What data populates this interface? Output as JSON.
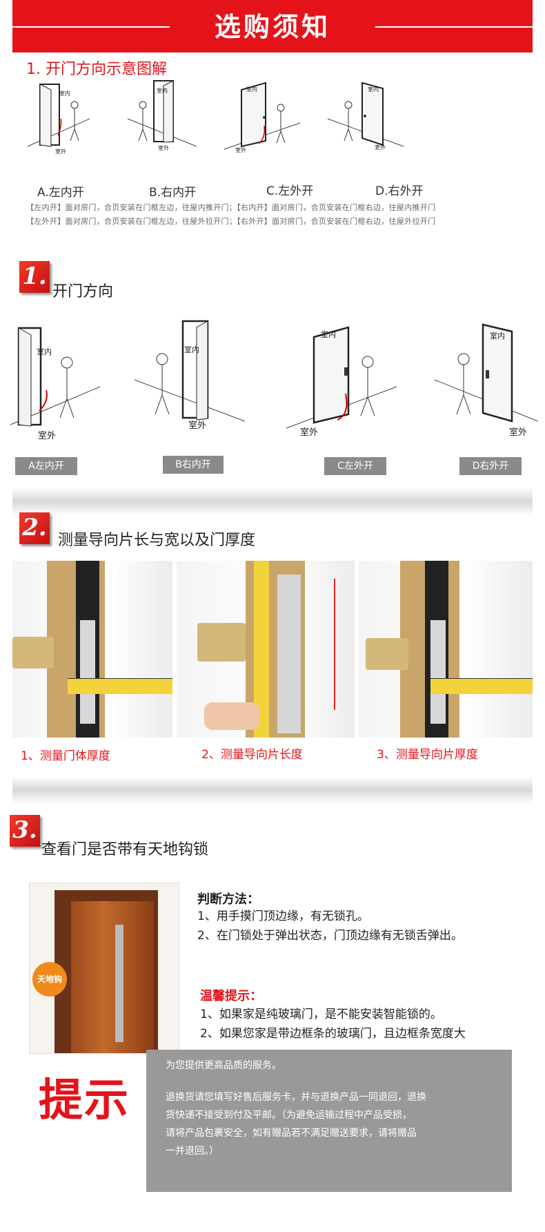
{
  "header": {
    "title": "选购须知"
  },
  "intro": {
    "title": "1. 开门方向示意图解",
    "door_labels": [
      "A.左内开",
      "B.右内开",
      "C.左外开",
      "D.右外开"
    ],
    "inside_label": "室内",
    "outside_label": "室外",
    "note_line1": "【左内开】面对房门，合页安装在门框左边，往屋内推开门；【右内开】面对房门，合页安装在门框右边，往屋内推开门",
    "note_line2": "【左外开】面对房门，合页安装在门框左边，往屋外拉开门；【右外开】面对房门，合页安装在门框右边，往屋外拉开门"
  },
  "section1": {
    "number": "1.",
    "title": "开门方向",
    "labels": [
      "A左内开",
      "B右内开",
      "C左外开",
      "D右外开"
    ]
  },
  "section2": {
    "number": "2.",
    "title": "测量导向片长与宽以及门厚度",
    "captions": [
      "1、测量门体厚度",
      "2、测量导向片长度",
      "3、测量导向片厚度"
    ]
  },
  "section3": {
    "number": "3.",
    "title": "查看门是否带有天地钩锁",
    "tag": "天地钩",
    "method_title": "判断方法：",
    "method_items": [
      "1、用手摸门顶边缘，有无锁孔。",
      "2、在门锁处于弹出状态，门顶边缘有无锁舌弹出。"
    ],
    "tips_title": "温馨提示：",
    "tips_items": [
      "1、如果家是纯玻璃门，是不能安装智能锁的。",
      "2、如果您家是带边框条的玻璃门，且边框条宽度大"
    ]
  },
  "notice": {
    "big_label": "提示",
    "line1": "为您提供更高品质的服务。",
    "para": [
      "退换货请您填写好售后服务卡，并与退换产品一同退回，退换",
      "货快递不接受到付及平邮。（为避免运输过程中产品受损，",
      "请将产品包裹安全，如有赠品若不满足赠送要求，请将赠品",
      "一并退回。）"
    ]
  },
  "colors": {
    "brand_red": "#e4131a",
    "grey_label": "#8a8a8a",
    "notice_bg": "#999999"
  }
}
